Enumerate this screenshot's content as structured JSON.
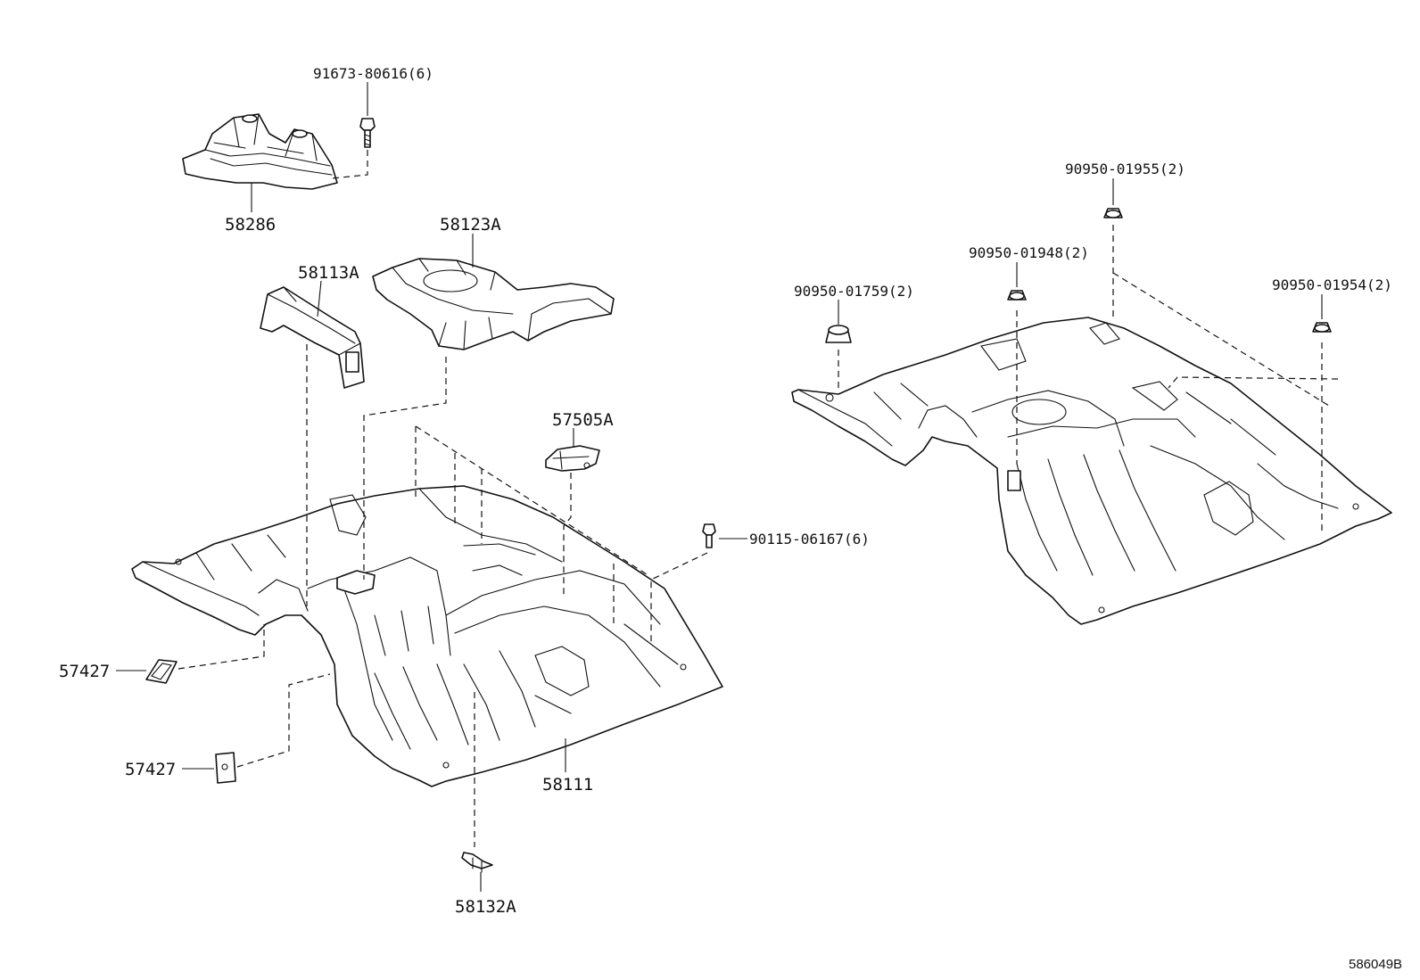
{
  "labels": {
    "p58286": "58286",
    "p91673": "91673-80616(6)",
    "p58123A": "58123A",
    "p58113A": "58113A",
    "p57505A": "57505A",
    "p90115": "90115-06167(6)",
    "p57427_upper": "57427",
    "p57427_lower": "57427",
    "p58111": "58111",
    "p58132A": "58132A",
    "p90950_01955": "90950-01955(2)",
    "p90950_01948": "90950-01948(2)",
    "p90950_01759": "90950-01759(2)",
    "p90950_01954": "90950-01954(2)"
  },
  "diagram_ref": "586049B",
  "colors": {
    "line": "#111111",
    "background": "#ffffff"
  }
}
